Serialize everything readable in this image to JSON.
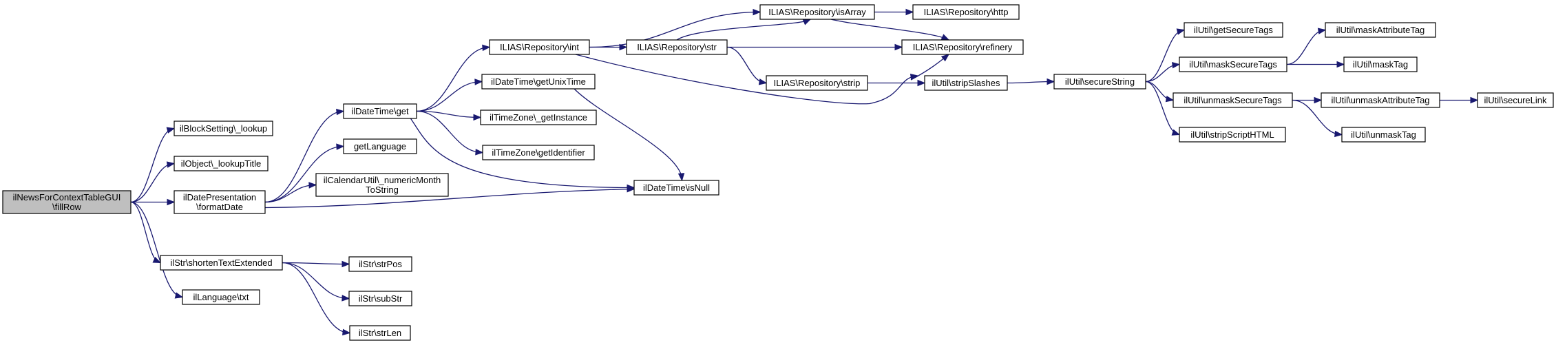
{
  "diagram": {
    "type": "call-graph",
    "nodes": [
      {
        "id": "fillRow",
        "lines": [
          "ilNewsForContextTableGUI",
          "\\fillRow"
        ],
        "root": true
      },
      {
        "id": "blockLookup",
        "lines": [
          "ilBlockSetting\\_lookup"
        ]
      },
      {
        "id": "objLookupTitle",
        "lines": [
          "ilObject\\_lookupTitle"
        ]
      },
      {
        "id": "formatDate",
        "lines": [
          "ilDatePresentation",
          "\\formatDate"
        ]
      },
      {
        "id": "shortenText",
        "lines": [
          "ilStr\\shortenTextExtended"
        ]
      },
      {
        "id": "langTxt",
        "lines": [
          "ilLanguage\\txt"
        ]
      },
      {
        "id": "dtGet",
        "lines": [
          "ilDateTime\\get"
        ]
      },
      {
        "id": "getLanguage",
        "lines": [
          "getLanguage"
        ]
      },
      {
        "id": "numericMonth",
        "lines": [
          "ilCalendarUtil\\_numericMonth",
          "ToString"
        ]
      },
      {
        "id": "strPos",
        "lines": [
          "ilStr\\strPos"
        ]
      },
      {
        "id": "subStr",
        "lines": [
          "ilStr\\subStr"
        ]
      },
      {
        "id": "strLen",
        "lines": [
          "ilStr\\strLen"
        ]
      },
      {
        "id": "repoInt",
        "lines": [
          "ILIAS\\Repository\\int"
        ]
      },
      {
        "id": "unixTime",
        "lines": [
          "ilDateTime\\getUnixTime"
        ]
      },
      {
        "id": "tzGetInstance",
        "lines": [
          "ilTimeZone\\_getInstance"
        ]
      },
      {
        "id": "tzIdentifier",
        "lines": [
          "ilTimeZone\\getIdentifier"
        ]
      },
      {
        "id": "isNull",
        "lines": [
          "ilDateTime\\isNull"
        ]
      },
      {
        "id": "repoStr",
        "lines": [
          "ILIAS\\Repository\\str"
        ]
      },
      {
        "id": "repoIsArray",
        "lines": [
          "ILIAS\\Repository\\isArray"
        ]
      },
      {
        "id": "repoHttp",
        "lines": [
          "ILIAS\\Repository\\http"
        ]
      },
      {
        "id": "repoRefinery",
        "lines": [
          "ILIAS\\Repository\\refinery"
        ]
      },
      {
        "id": "repoStrip",
        "lines": [
          "ILIAS\\Repository\\strip"
        ]
      },
      {
        "id": "stripSlashes",
        "lines": [
          "ilUtil\\stripSlashes"
        ]
      },
      {
        "id": "secureString",
        "lines": [
          "ilUtil\\secureString"
        ]
      },
      {
        "id": "getSecureTags",
        "lines": [
          "ilUtil\\getSecureTags"
        ]
      },
      {
        "id": "maskSecureTags",
        "lines": [
          "ilUtil\\maskSecureTags"
        ]
      },
      {
        "id": "unmaskSecureTags",
        "lines": [
          "ilUtil\\unmaskSecureTags"
        ]
      },
      {
        "id": "stripScriptHTML",
        "lines": [
          "ilUtil\\stripScriptHTML"
        ]
      },
      {
        "id": "maskAttrTag",
        "lines": [
          "ilUtil\\maskAttributeTag"
        ]
      },
      {
        "id": "maskTag",
        "lines": [
          "ilUtil\\maskTag"
        ]
      },
      {
        "id": "unmaskAttrTag",
        "lines": [
          "ilUtil\\unmaskAttributeTag"
        ]
      },
      {
        "id": "unmaskTag",
        "lines": [
          "ilUtil\\unmaskTag"
        ]
      },
      {
        "id": "secureLink",
        "lines": [
          "ilUtil\\secureLink"
        ]
      }
    ],
    "edges": [
      [
        "fillRow",
        "blockLookup"
      ],
      [
        "fillRow",
        "objLookupTitle"
      ],
      [
        "fillRow",
        "formatDate"
      ],
      [
        "fillRow",
        "shortenText"
      ],
      [
        "fillRow",
        "langTxt"
      ],
      [
        "formatDate",
        "dtGet"
      ],
      [
        "formatDate",
        "getLanguage"
      ],
      [
        "formatDate",
        "numericMonth"
      ],
      [
        "formatDate",
        "isNull"
      ],
      [
        "shortenText",
        "strPos"
      ],
      [
        "shortenText",
        "subStr"
      ],
      [
        "shortenText",
        "strLen"
      ],
      [
        "dtGet",
        "repoInt"
      ],
      [
        "dtGet",
        "unixTime"
      ],
      [
        "dtGet",
        "tzGetInstance"
      ],
      [
        "dtGet",
        "tzIdentifier"
      ],
      [
        "dtGet",
        "isNull"
      ],
      [
        "repoInt",
        "repoIsArray"
      ],
      [
        "repoInt",
        "repoStr"
      ],
      [
        "repoInt",
        "stripSlashes"
      ],
      [
        "unixTime",
        "isNull"
      ],
      [
        "repoStr",
        "repoIsArray"
      ],
      [
        "repoStr",
        "repoRefinery"
      ],
      [
        "repoStr",
        "repoStrip"
      ],
      [
        "repoIsArray",
        "repoHttp"
      ],
      [
        "repoIsArray",
        "repoRefinery"
      ],
      [
        "repoStrip",
        "stripSlashes"
      ],
      [
        "stripSlashes",
        "repoRefinery"
      ],
      [
        "stripSlashes",
        "secureString"
      ],
      [
        "secureString",
        "getSecureTags"
      ],
      [
        "secureString",
        "maskSecureTags"
      ],
      [
        "secureString",
        "unmaskSecureTags"
      ],
      [
        "secureString",
        "stripScriptHTML"
      ],
      [
        "maskSecureTags",
        "maskAttrTag"
      ],
      [
        "maskSecureTags",
        "maskTag"
      ],
      [
        "unmaskSecureTags",
        "unmaskAttrTag"
      ],
      [
        "unmaskSecureTags",
        "unmaskTag"
      ],
      [
        "unmaskAttrTag",
        "secureLink"
      ]
    ]
  }
}
